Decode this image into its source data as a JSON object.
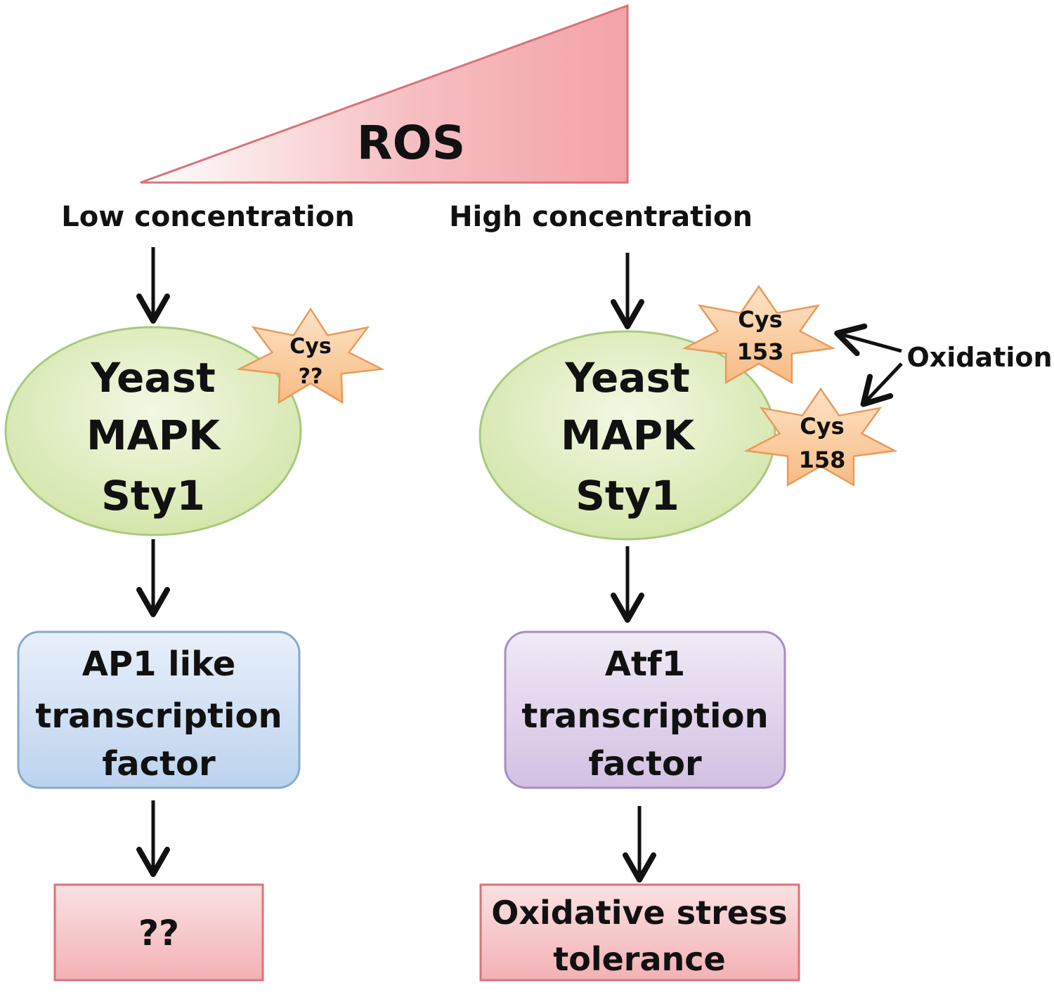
{
  "ros": {
    "label": "ROS"
  },
  "levels": {
    "low": "Low concentration",
    "high": "High concentration"
  },
  "left": {
    "mapk": [
      "Yeast",
      "MAPK",
      "Sty1"
    ],
    "cys": [
      "Cys",
      "??"
    ],
    "tf": [
      "AP1 like",
      "transcription",
      "factor"
    ],
    "outcome": [
      "??"
    ]
  },
  "right": {
    "mapk": [
      "Yeast",
      "MAPK",
      "Sty1"
    ],
    "cys_a": [
      "Cys",
      "153"
    ],
    "cys_b": [
      "Cys",
      "158"
    ],
    "tf": [
      "Atf1",
      "transcription",
      "factor"
    ],
    "outcome": [
      "Oxidative stress",
      "tolerance"
    ]
  },
  "oxidation": {
    "label": "Oxidation"
  },
  "colors": {
    "ros_fill": "#f3a3a8",
    "ros_stroke": "#d9737a",
    "ellipse_fill": "#d9ebb0",
    "ellipse_stroke": "#a9c97e",
    "star_fill": "#f9c48f",
    "star_stroke": "#e99a5a",
    "tf_left_fill": "#c5daf2",
    "tf_left_stroke": "#86a9d2",
    "tf_right_fill": "#d9c9e6",
    "tf_right_stroke": "#a98cc4",
    "outcome_fill": "#f5b8bb",
    "outcome_stroke": "#d9737a",
    "arrow": "#111111"
  }
}
